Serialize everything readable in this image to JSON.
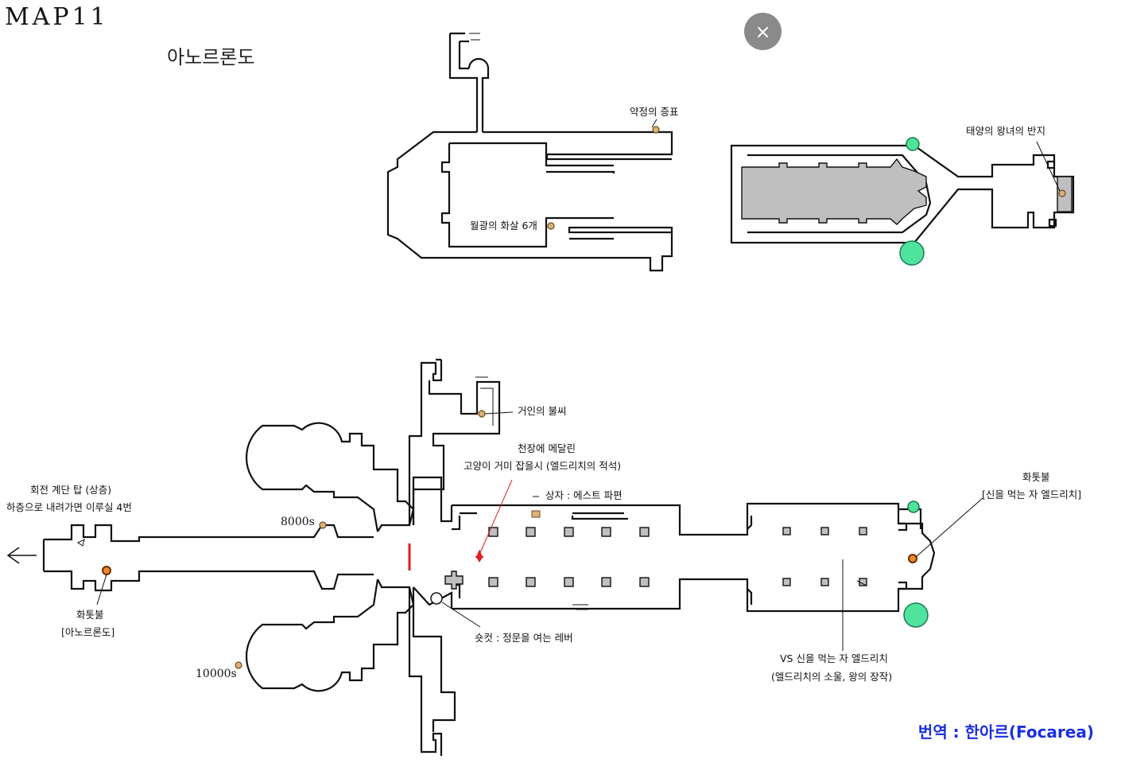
{
  "header": {
    "map_title": "MAP11",
    "area_name": "아노르론도"
  },
  "controls": {
    "close_icon": "×"
  },
  "labels": {
    "seal": "약정의 증표",
    "ring": "태양의 왕녀의 반지",
    "arrows": "월광의 화살 6개",
    "ember": "거인의 불씨",
    "spider_line1": "천장에 메달린",
    "spider_line2": "고양이 거미 잡을시 (엘드리치의 적석)",
    "chest": "상자 : 에스트 파편",
    "bonfire_right_name": "화톳불",
    "bonfire_right_sub": "[신을 먹는 자 엘드리치]",
    "tower_line1": "회전 계단 탑 (상층)",
    "tower_line2": "하층으로 내려가면 이루실 4번",
    "souls_8000": "8000s",
    "souls_10000": "10000s",
    "bonfire_left_name": "화톳불",
    "bonfire_left_sub": "[아노르론도]",
    "lever": "숏컷 : 정문을 여는 레버",
    "boss_line1": "VS 신을 먹는 자 엘드리치",
    "boss_line2": "(엘드리치의 소울, 왕의 장작)"
  },
  "credit": "번역 : 한아르(Focarea)",
  "colors": {
    "credit": "#1a2fe0",
    "bonfire": "#e8892a",
    "warp_point": "#4fe39b",
    "floor_fill": "#bfbfbf",
    "gate_line": "#e02020",
    "item_marker": "#d9b27a"
  }
}
